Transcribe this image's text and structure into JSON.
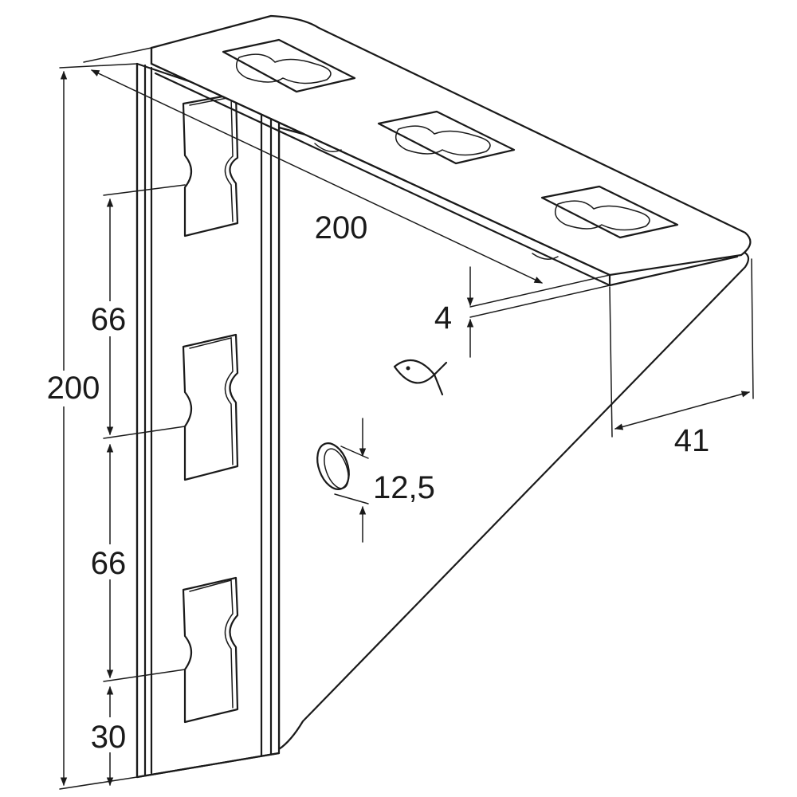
{
  "dimensions": {
    "height_total": "200",
    "spacing_upper": "66",
    "spacing_lower": "66",
    "bottom_offset": "30",
    "arm_length": "200",
    "thickness": "4",
    "hole_diameter": "12,5",
    "width": "41"
  },
  "colors": {
    "line": "#1a1a1a",
    "background": "#ffffff"
  },
  "icons": {
    "fish_mark": "fish-icon"
  }
}
